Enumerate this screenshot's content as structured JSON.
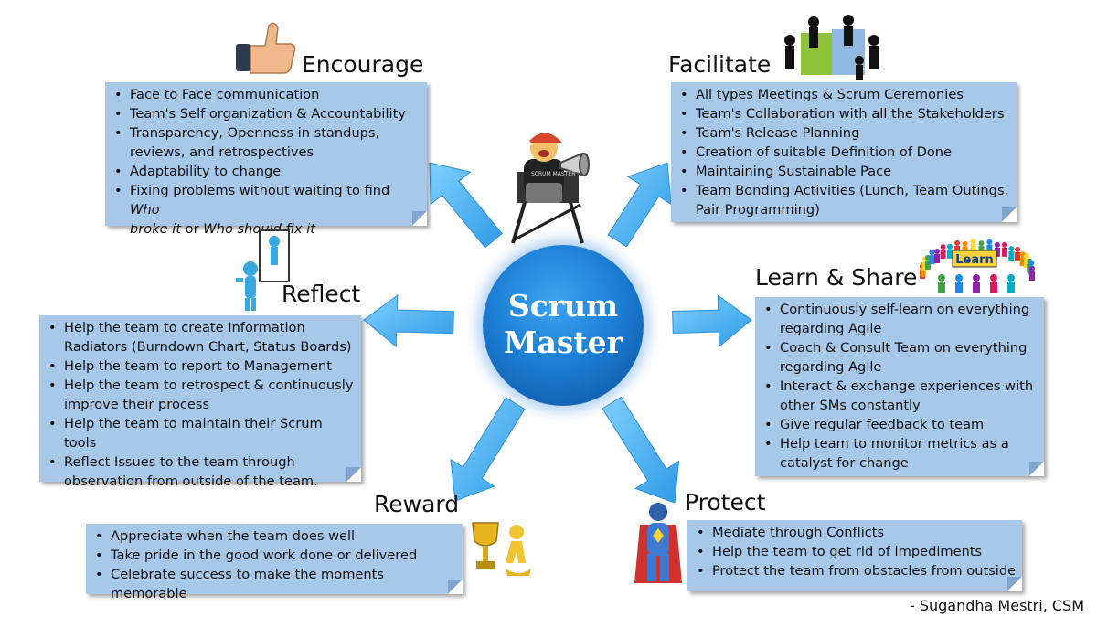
{
  "hub": {
    "line1": "Scrum",
    "line2": "Master"
  },
  "hub_badge": "SCRUM MASTER",
  "credit": "- Sugandha Mestri, CSM",
  "learn_badge": "Learn",
  "colors": {
    "box": "#a8c8ea",
    "arrow": "#4fb3ef",
    "hub": "#1c7fd6"
  },
  "sections": {
    "encourage": {
      "title": "Encourage",
      "icon": "thumbs-up-icon",
      "items": [
        "Face to Face communication",
        "Team's Self organization & Accountability",
        "Transparency, Openness in standups,",
        "reviews, and retrospectives",
        "Adaptability to change",
        "Fixing problems without waiting to find Who",
        "broke it or Who should fix it"
      ]
    },
    "facilitate": {
      "title": "Facilitate",
      "icon": "team-puzzle-icon",
      "items": [
        "All types Meetings & Scrum Ceremonies",
        "Team's Collaboration with all the Stakeholders",
        "Team's Release Planning",
        "Creation of suitable Definition of Done",
        "Maintaining Sustainable Pace",
        "Team Bonding Activities (Lunch, Team Outings,",
        "Pair Programming)"
      ]
    },
    "reflect": {
      "title": "Reflect",
      "icon": "mirror-figure-icon",
      "items": [
        "Help the team to create Information",
        "Radiators (Burndown Chart, Status Boards)",
        "Help the team to report to Management",
        "Help the team to retrospect & continuously",
        "improve their process",
        "Help the team to maintain their Scrum tools",
        "Reflect Issues to the team through",
        "observation from outside of the team."
      ]
    },
    "learn_share": {
      "title": "Learn & Share",
      "icon": "people-circle-icon",
      "items": [
        "Continuously self-learn on everything",
        "regarding Agile",
        "Coach & Consult Team on everything",
        "regarding Agile",
        "Interact & exchange experiences with",
        "other SMs constantly",
        "Give regular feedback to team",
        "Help team to monitor metrics as a",
        "catalyst for change"
      ]
    },
    "reward": {
      "title": "Reward",
      "icon": "trophy-icon",
      "items": [
        "Appreciate when the team does well",
        "Take pride in the good work done or delivered",
        "Celebrate success to make the moments memorable"
      ]
    },
    "protect": {
      "title": "Protect",
      "icon": "superhero-icon",
      "items": [
        "Mediate through Conflicts",
        "Help the team to get rid of impediments",
        "Protect the team from obstacles from outside"
      ]
    }
  }
}
